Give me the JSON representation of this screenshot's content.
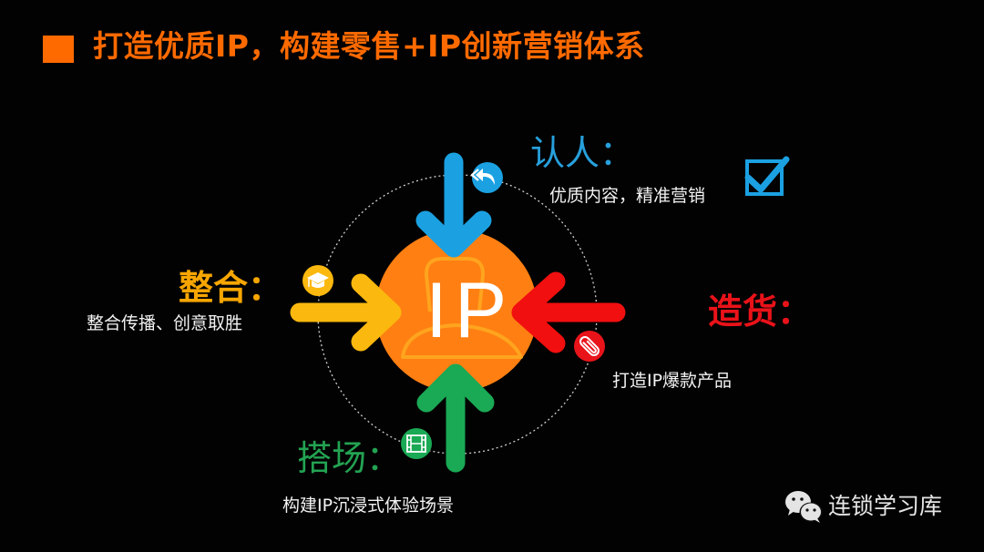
{
  "title": {
    "text": "打造优质IP，构建零售+IP创新营销体系",
    "marker_color": "#ff6a00",
    "color": "#ff6a00"
  },
  "center": {
    "label": "IP",
    "circle_color": "#ff7f12",
    "outline_color": "#ffa41e",
    "icon": "person-outline-icon"
  },
  "sections": {
    "top": {
      "heading": "认人：",
      "subtext": "优质内容，精准营销",
      "color": "#1ba1e2",
      "arrow_direction": "down",
      "icon": "reply-all-icon",
      "extra_icon": "checkbox-checked-icon"
    },
    "left": {
      "heading": "整合：",
      "subtext": "整合传播、创意取胜",
      "color": "#fbb80e",
      "arrow_direction": "right",
      "icon": "graduation-cap-icon"
    },
    "right": {
      "heading": "造货：",
      "subtext": "打造IP爆款产品",
      "color": "#f20f0f",
      "arrow_direction": "left",
      "icon": "paperclip-icon"
    },
    "bottom": {
      "heading": "搭场：",
      "subtext": "构建IP沉浸式体验场景",
      "color": "#1aa955",
      "arrow_direction": "up",
      "icon": "film-icon"
    }
  },
  "watermark": {
    "text": "连锁学习库",
    "icon": "wechat-icon"
  }
}
